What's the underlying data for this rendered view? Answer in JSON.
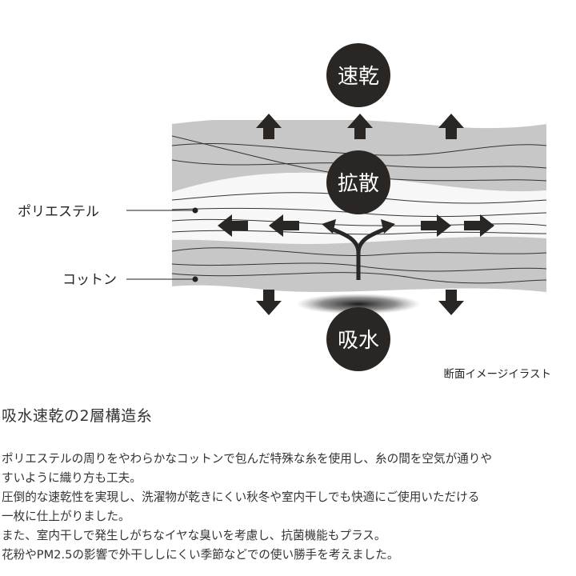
{
  "diagram": {
    "badges": {
      "top": "速乾",
      "middle": "拡散",
      "bottom": "吸水"
    },
    "labels": {
      "polyester": "ポリエステル",
      "cotton": "コットン"
    },
    "caption": "断面イメージイラスト"
  },
  "title": "吸水速乾の2層構造糸",
  "description": [
    "ポリエステルの周りをやわらかなコットンで包んだ特殊な糸を使用し、糸の間を空気が通りや",
    "すいように織り方も工夫。",
    "圧倒的な速乾性を実現し、洗濯物が乾きにくい秋冬や室内干しでも快適にご使用いただける",
    "一枚に仕上がりました。",
    "また、室内干しで発生しがちなイヤな臭いを考慮し、抗菌機能もプラス。",
    "花粉やPM2.5の影響で外干ししにくい季節などでの使い勝手を考えました。"
  ]
}
